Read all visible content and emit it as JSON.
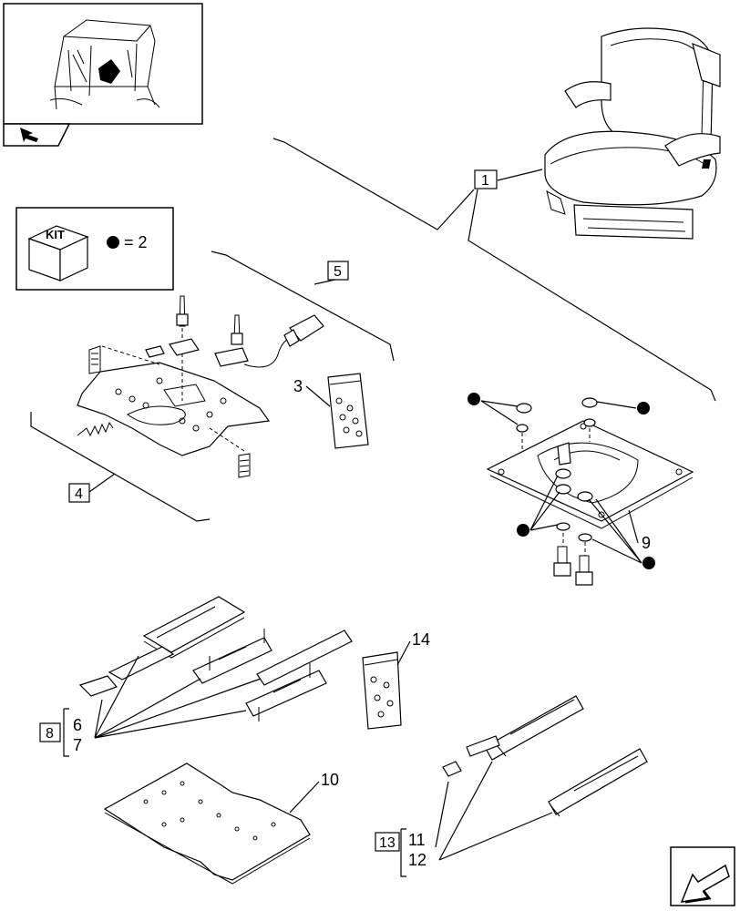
{
  "kit": {
    "box_label": "KIT",
    "note": "= 2"
  },
  "callouts": {
    "c1": "1",
    "c3": "3",
    "c4": "4",
    "c5": "5",
    "c6": "6",
    "c7": "7",
    "c8": "8",
    "c9": "9",
    "c10": "10",
    "c11": "11",
    "c12": "12",
    "c13": "13",
    "c14": "14"
  },
  "icons": {
    "locator": "tractor-cab-locator-icon",
    "nav_back": "back-arrow-icon",
    "nav_next": "next-page-arrow-icon"
  }
}
